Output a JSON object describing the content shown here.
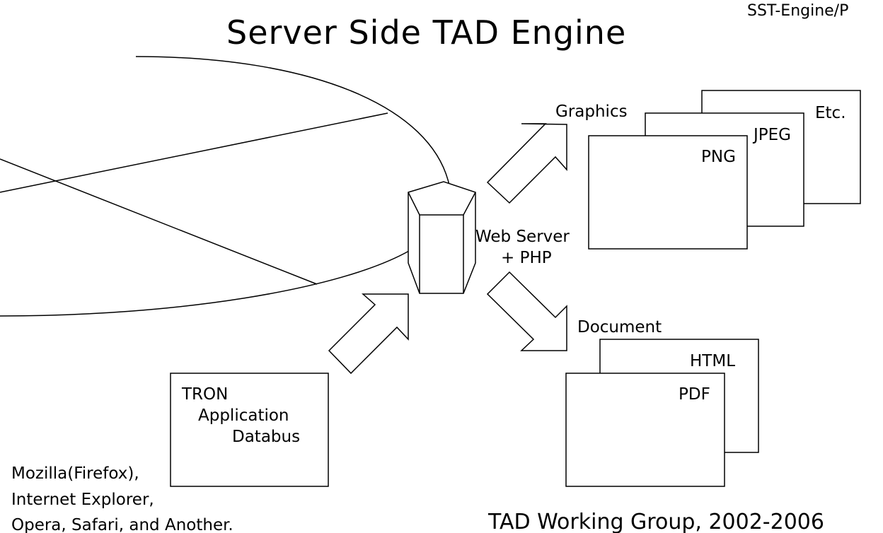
{
  "title": "Server Side TAD Engine",
  "corner_tag": "SST-Engine/P",
  "server": {
    "line1": "Web Server",
    "line2": "+ PHP"
  },
  "graphics": {
    "label": "Graphics",
    "formats": [
      "Etc.",
      "JPEG",
      "PNG"
    ]
  },
  "document": {
    "label": "Document",
    "formats": [
      "HTML",
      "PDF"
    ]
  },
  "databus": {
    "line1": "TRON",
    "line2": "Application",
    "line3": "Databus"
  },
  "browsers": [
    "Mozilla(Firefox),",
    "Internet Explorer,",
    "Opera, Safari, and Another."
  ],
  "footer": "TAD Working Group, 2002-2006"
}
